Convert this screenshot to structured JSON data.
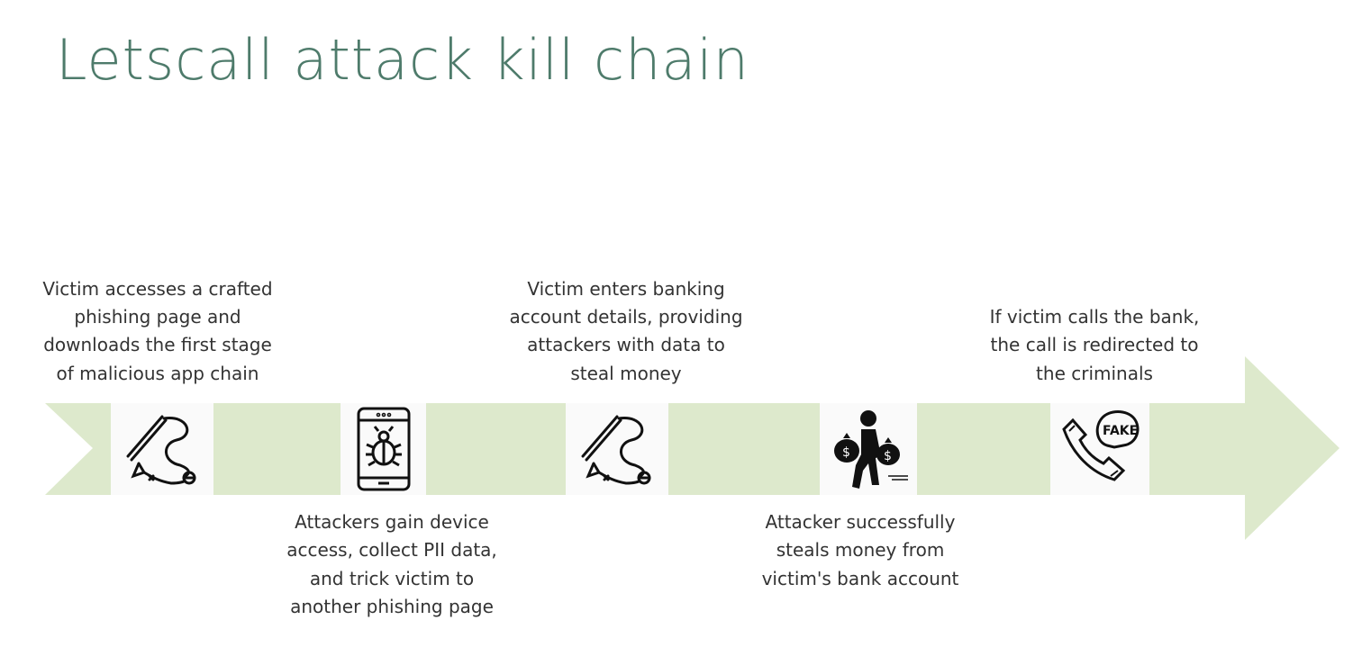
{
  "title": "Letscall attack kill chain",
  "colors": {
    "arrow": "#dde9cc",
    "title": "#4e7b6b",
    "text": "#333333"
  },
  "steps": [
    {
      "icon": "fishing-rod-icon",
      "text": "Victim accesses a crafted phishing page and downloads the first stage of malicious app chain",
      "position": "above"
    },
    {
      "icon": "phone-bug-icon",
      "text": "Attackers gain device access, collect PII data, and trick victim to another phishing page",
      "position": "below"
    },
    {
      "icon": "fishing-rod-icon",
      "text": "Victim enters banking account details, providing attackers with data to steal money",
      "position": "above"
    },
    {
      "icon": "thief-money-bags-icon",
      "text": "Attacker successfully steals money from victim's bank account",
      "position": "below"
    },
    {
      "icon": "fake-call-icon",
      "text": "If victim calls the bank, the call is redirected to the criminals",
      "position": "above"
    }
  ],
  "fake_label": "FAKE"
}
